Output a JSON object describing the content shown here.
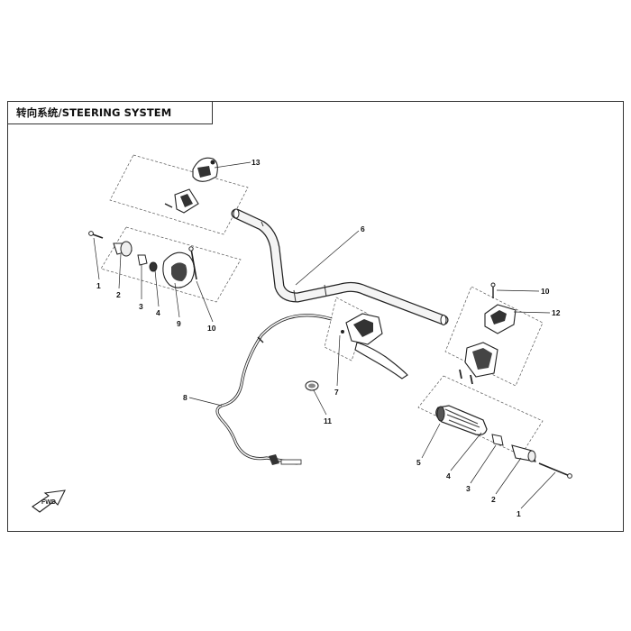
{
  "title": "转向系统/STEERING SYSTEM",
  "fwd_label": "FWD",
  "callouts": [
    {
      "id": "c13",
      "text": "13"
    },
    {
      "id": "c6",
      "text": "6"
    },
    {
      "id": "c1l",
      "text": "1"
    },
    {
      "id": "c2l",
      "text": "2"
    },
    {
      "id": "c3l",
      "text": "3"
    },
    {
      "id": "c4l",
      "text": "4"
    },
    {
      "id": "c9",
      "text": "9"
    },
    {
      "id": "c10l",
      "text": "10"
    },
    {
      "id": "c10r",
      "text": "10"
    },
    {
      "id": "c12",
      "text": "12"
    },
    {
      "id": "c7",
      "text": "7"
    },
    {
      "id": "c8",
      "text": "8"
    },
    {
      "id": "c11",
      "text": "11"
    },
    {
      "id": "c5",
      "text": "5"
    },
    {
      "id": "c4r",
      "text": "4"
    },
    {
      "id": "c3r",
      "text": "3"
    },
    {
      "id": "c2r",
      "text": "2"
    },
    {
      "id": "c1r",
      "text": "1"
    }
  ]
}
